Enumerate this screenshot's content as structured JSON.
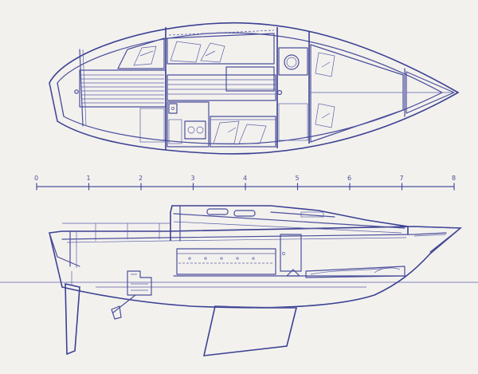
{
  "scale": {
    "ticks": [
      "0",
      "1",
      "2",
      "3",
      "4",
      "5",
      "6",
      "7",
      "8"
    ]
  },
  "colors": {
    "ink": "#4a4f9c",
    "paper": "#f3f1ee"
  }
}
